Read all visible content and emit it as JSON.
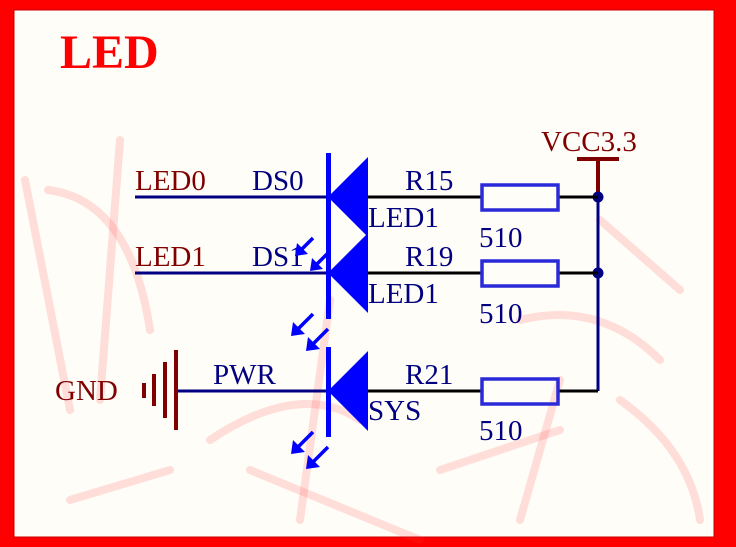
{
  "title": "LED",
  "power": {
    "label": "VCC3.3"
  },
  "ground": {
    "label": "GND"
  },
  "rows": [
    {
      "net": "LED0",
      "designator": "DS0",
      "part": "LED1",
      "resistor": "R15",
      "value": "510"
    },
    {
      "net": "LED1",
      "designator": "DS1",
      "part": "LED1",
      "resistor": "R19",
      "value": "510"
    },
    {
      "net": "PWR",
      "designator": "",
      "part": "SYS",
      "resistor": "R21",
      "value": "510"
    }
  ],
  "colors": {
    "frame": "#ff0000",
    "background": "#fffdf8",
    "wire": "#000080",
    "component": "#0000ff",
    "resistor_body": "#2a2ad8",
    "net_label": "#800000",
    "designator": "#000080",
    "watermark": "#ff3a3a"
  }
}
